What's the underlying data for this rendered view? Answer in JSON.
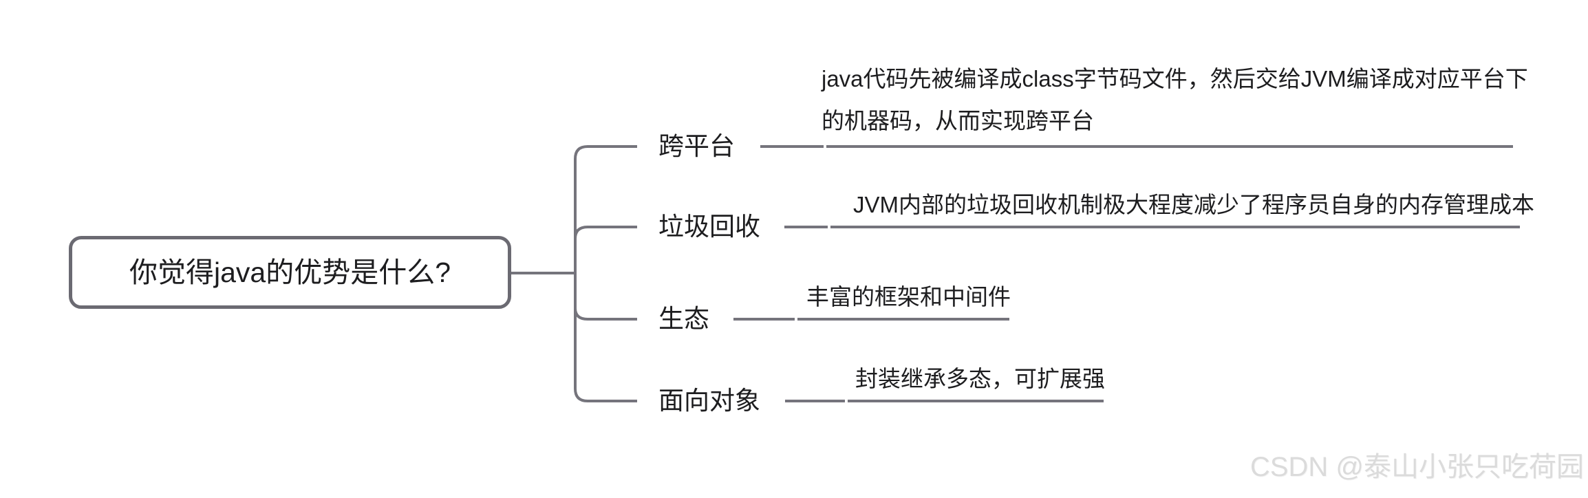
{
  "root": {
    "title": "你觉得java的优势是什么?"
  },
  "branches": [
    {
      "label": "跨平台",
      "desc_lines": [
        "java代码先被编译成class字节码文件，然后交给JVM编译成对应平台下",
        "的机器码，从而实现跨平台"
      ]
    },
    {
      "label": "垃圾回收",
      "desc_lines": [
        "JVM内部的垃圾回收机制极大程度减少了程序员自身的内存管理成本"
      ]
    },
    {
      "label": "生态",
      "desc_lines": [
        "丰富的框架和中间件"
      ]
    },
    {
      "label": "面向对象",
      "desc_lines": [
        "封装继承多态，可扩展强"
      ]
    }
  ],
  "watermark": "CSDN @泰山小张只吃荷园",
  "colors": {
    "line": "#75747c",
    "node_border": "#6b6a72",
    "text": "#1d1d1f",
    "watermark": "#dbdbdb",
    "background": "#ffffff"
  }
}
